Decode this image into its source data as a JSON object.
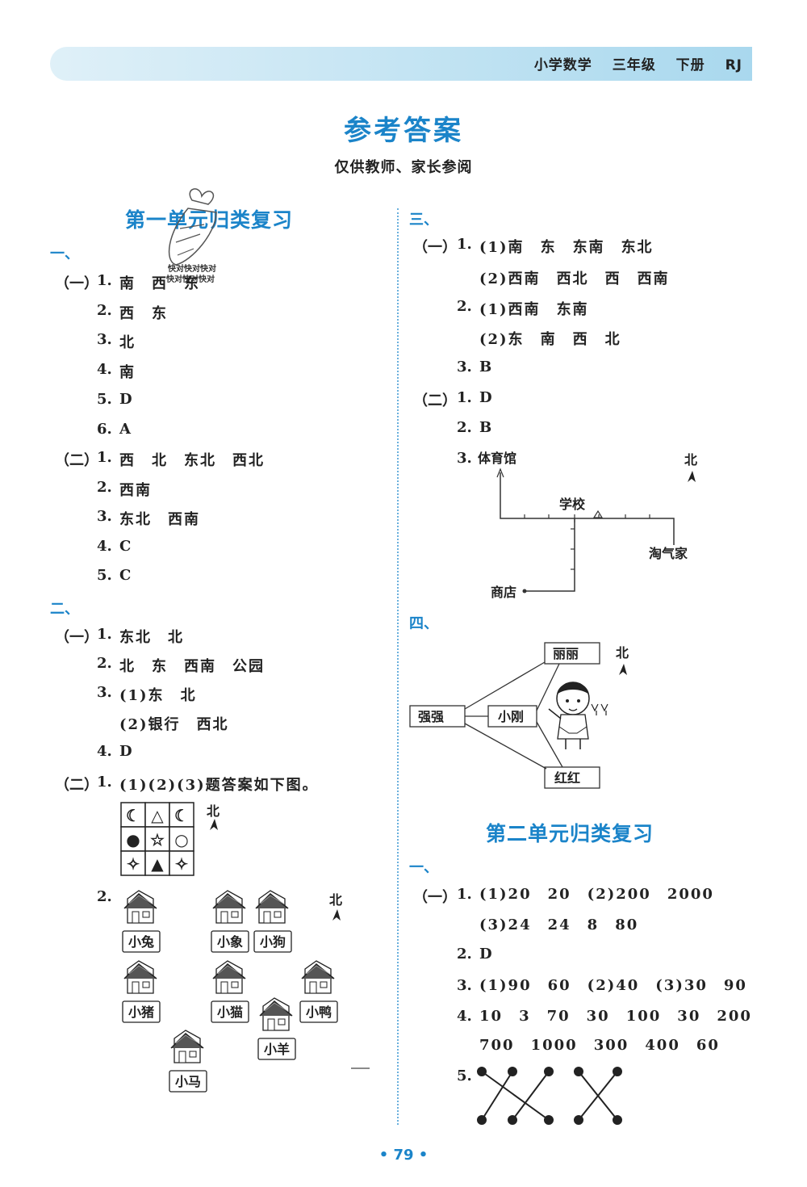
{
  "header": {
    "items": [
      "小学数学",
      "三年级",
      "下册",
      "RJ"
    ]
  },
  "title": "参考答案",
  "subtitle": "仅供教师、家长参阅",
  "unit1": {
    "title": "第一单元归类复习",
    "part1_label": "一、",
    "part2_label": "二、",
    "sub1_tag": "（一）",
    "sub2_tag": "（二）",
    "sub3_tag": "（一）",
    "sub4_tag": "（二）",
    "rows": [
      {
        "num": "1.",
        "ans": [
          "南",
          "西",
          "东"
        ]
      },
      {
        "num": "2.",
        "ans": [
          "西",
          "东"
        ]
      },
      {
        "num": "3.",
        "ans": [
          "北"
        ]
      },
      {
        "num": "4.",
        "ans": [
          "南"
        ]
      },
      {
        "num": "5.",
        "ans": [
          "D"
        ]
      },
      {
        "num": "6.",
        "ans": [
          "A"
        ]
      },
      {
        "num": "1.",
        "ans": [
          "西",
          "北",
          "东北",
          "西北"
        ]
      },
      {
        "num": "2.",
        "ans": [
          "西南"
        ]
      },
      {
        "num": "3.",
        "ans": [
          "东北",
          "西南"
        ]
      },
      {
        "num": "4.",
        "ans": [
          "C"
        ]
      },
      {
        "num": "5.",
        "ans": [
          "C"
        ]
      },
      {
        "num": "1.",
        "ans": [
          "东北",
          "北"
        ]
      },
      {
        "num": "2.",
        "ans": [
          "北",
          "东",
          "西南",
          "公园"
        ]
      },
      {
        "num": "3.",
        "ans": [
          "(1)东",
          "北"
        ]
      },
      {
        "num": "",
        "ans": [
          "(2)银行",
          "西北"
        ]
      },
      {
        "num": "4.",
        "ans": [
          "D"
        ]
      },
      {
        "num": "1.",
        "ans": [
          "(1)(2)(3)题答案如下图。"
        ]
      },
      {
        "num": "2.",
        "ans": []
      }
    ],
    "grid_symbols": [
      "☾",
      "△",
      "☾",
      "●",
      "☆",
      "○",
      "✧",
      "▲",
      "✧"
    ],
    "north": "北",
    "animals": [
      "小兔",
      "小象",
      "小狗",
      "小猪",
      "小猫",
      "小鸭",
      "小羊",
      "小马"
    ],
    "watermark": "快对快对快对"
  },
  "unit1_right": {
    "part3_label": "三、",
    "part4_label": "四、",
    "sub1_tag": "（一）",
    "sub2_tag": "（二）",
    "rows": [
      {
        "num": "1.",
        "ans": [
          "(1)南",
          "东",
          "东南",
          "东北"
        ]
      },
      {
        "num": "",
        "ans": [
          "(2)西南",
          "西北",
          "西",
          "西南"
        ]
      },
      {
        "num": "2.",
        "ans": [
          "(1)西南",
          "东南"
        ]
      },
      {
        "num": "",
        "ans": [
          "(2)东",
          "南",
          "西",
          "北"
        ]
      },
      {
        "num": "3.",
        "ans": [
          "B"
        ]
      },
      {
        "num": "1.",
        "ans": [
          "D"
        ]
      },
      {
        "num": "2.",
        "ans": [
          "B"
        ]
      },
      {
        "num": "3.",
        "ans": []
      }
    ],
    "map_labels": {
      "gym": "体育馆",
      "school": "学校",
      "home": "淘气家",
      "shop": "商店",
      "north": "北"
    },
    "people": {
      "lili": "丽丽",
      "qiangqiang": "强强",
      "xiaogang": "小刚",
      "honghong": "红红",
      "north": "北"
    }
  },
  "unit2": {
    "title": "第二单元归类复习",
    "part1_label": "一、",
    "sub1_tag": "（一）",
    "rows": [
      {
        "num": "1.",
        "ans": [
          "(1)20",
          "20",
          "(2)200",
          "2000"
        ]
      },
      {
        "num": "",
        "ans": [
          "(3)24",
          "24",
          "8",
          "80"
        ]
      },
      {
        "num": "2.",
        "ans": [
          "D"
        ]
      },
      {
        "num": "3.",
        "ans": [
          "(1)90",
          "60",
          "(2)40",
          "(3)30",
          "90"
        ]
      },
      {
        "num": "4.",
        "ans": [
          "10",
          "3",
          "70",
          "30",
          "100",
          "30",
          "200"
        ]
      },
      {
        "num": "",
        "ans": [
          "700",
          "1000",
          "300",
          "400",
          "60"
        ]
      },
      {
        "num": "5.",
        "ans": []
      }
    ]
  },
  "page_number": "• 79 •",
  "colors": {
    "accent": "#1b84c9",
    "band": "#bfe2f2"
  }
}
